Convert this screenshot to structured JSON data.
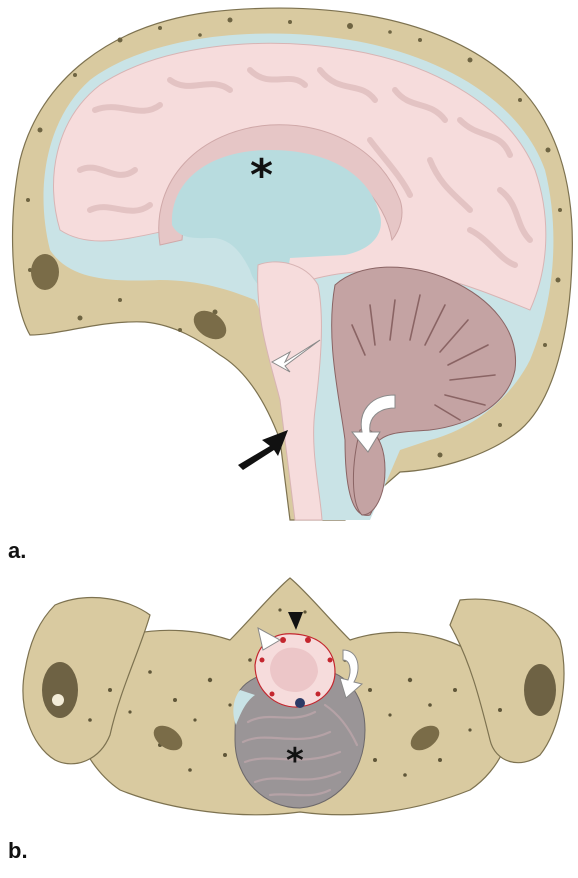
{
  "panels": [
    {
      "label": "a.",
      "view": "sagittal",
      "marker": "*"
    },
    {
      "label": "b.",
      "view": "axial",
      "marker": "*"
    }
  ],
  "colors": {
    "bone": "#d9caa0",
    "bone_dark": "#8a7d58",
    "csf": "#c9e3e6",
    "brain": "#f6dcdc",
    "brain_shadow": "#e6c6c6",
    "cerebellum": "#c4a3a3",
    "cerebellum_line": "#8a6464",
    "grey_tissue": "#9a9597",
    "arrow_black": "#111111",
    "arrow_white": "#ffffff",
    "vessel_red": "#c4262e"
  },
  "icons": [
    "black-arrow-icon",
    "white-arrow-icon",
    "curved-white-arrow-icon",
    "black-arrowhead-icon",
    "white-arrowhead-icon"
  ]
}
